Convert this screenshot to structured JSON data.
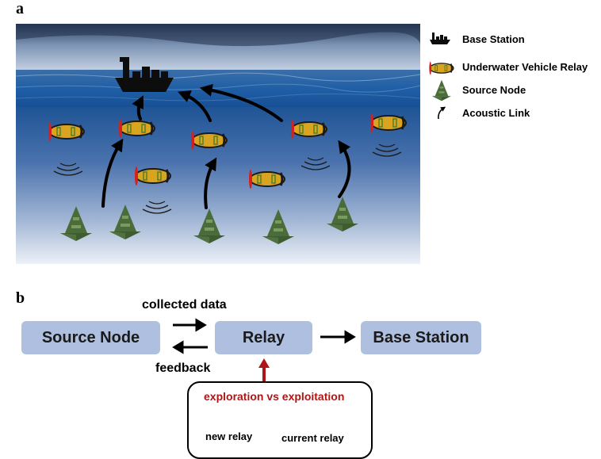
{
  "panel_a": {
    "letter": "a",
    "legend": [
      {
        "icon": "ship-icon",
        "label": "Base Station"
      },
      {
        "icon": "auv-relay-icon",
        "label": "Underwater Vehicle Relay"
      },
      {
        "icon": "cone-node-icon",
        "label": "Source Node"
      },
      {
        "icon": "curved-arrow-icon",
        "label": "Acoustic Link"
      }
    ]
  },
  "panel_b": {
    "letter": "b",
    "source_node": "Source Node",
    "relay": "Relay",
    "base_station": "Base Station",
    "collected_data": "collected data",
    "feedback": "feedback",
    "explore_title": "exploration vs exploitation",
    "new_relay": "new relay",
    "current_relay": "current relay"
  },
  "colors": {
    "auv_body": "#d9a520",
    "auv_fin": "#d42020",
    "auv_band": "#3d7a2e",
    "cone": "#4a6b3a",
    "box": "#aebfe0",
    "arrow_red": "#b01515"
  }
}
